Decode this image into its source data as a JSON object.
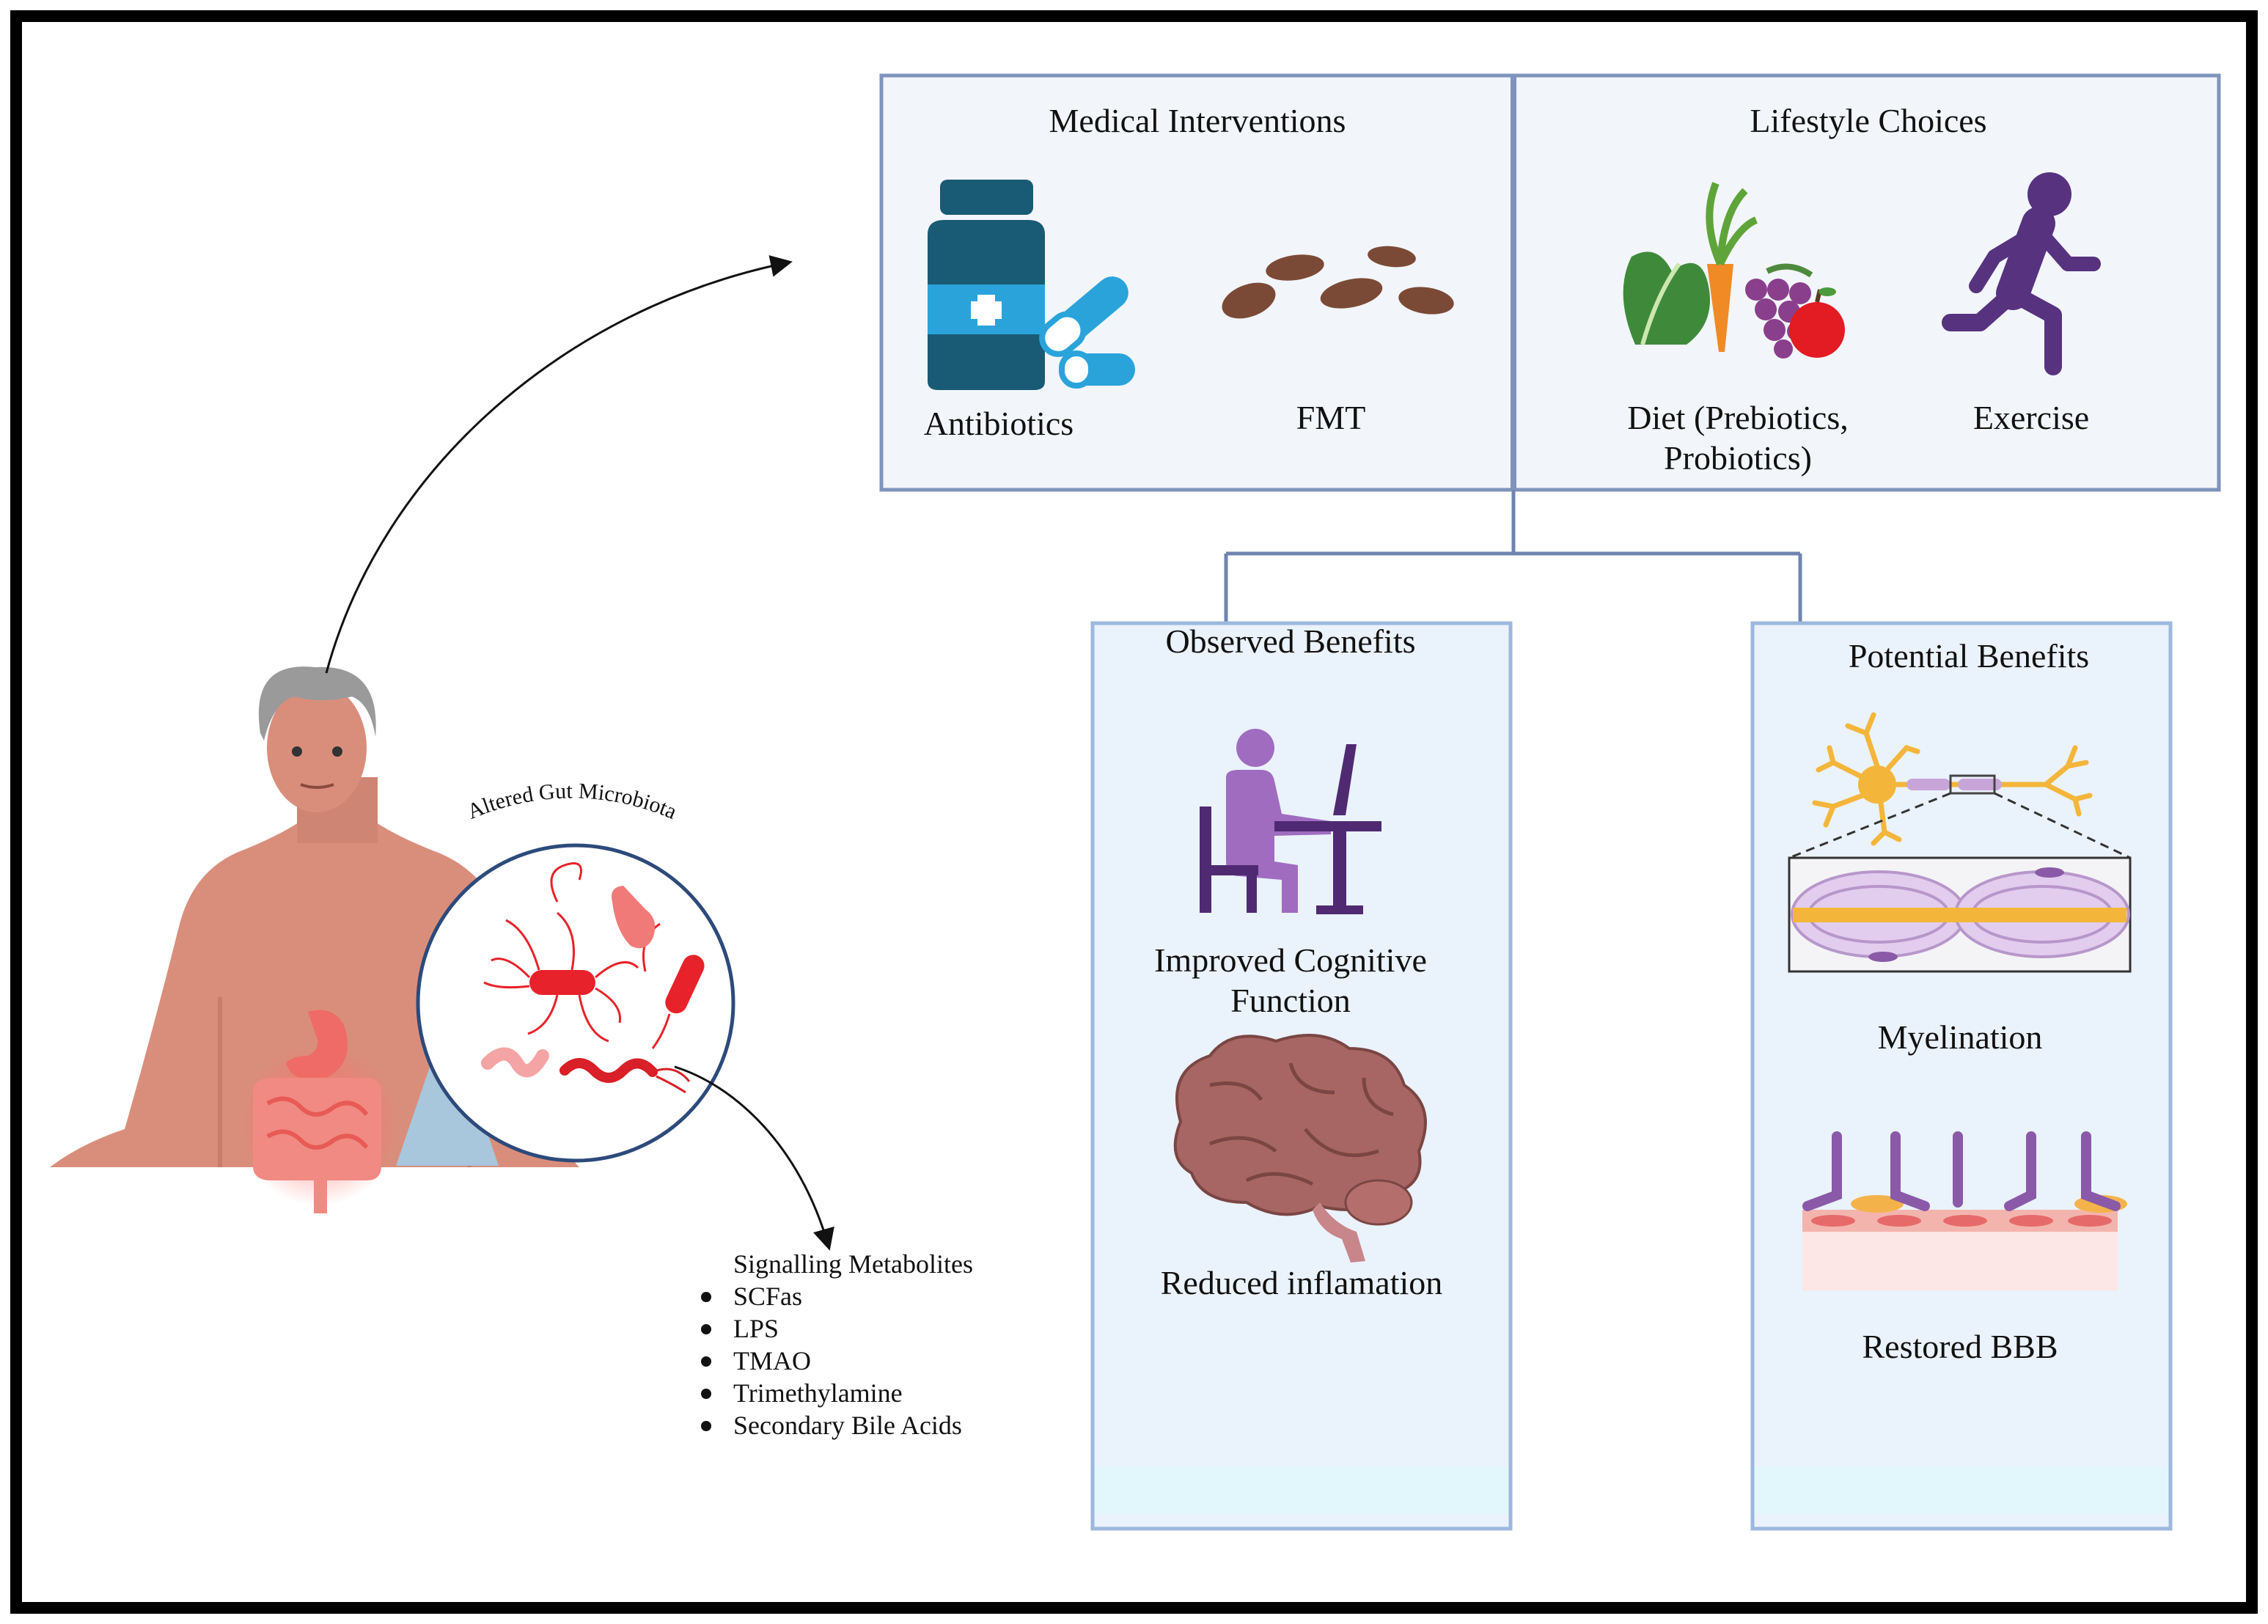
{
  "colors": {
    "frame": "#000000",
    "panel_fill": "#f2f5fa",
    "panel_stroke": "#7f93bd",
    "benefit_fill": "#eaf2fb",
    "benefit_stroke": "#9cb8dd",
    "connector": "#6f84b0",
    "bottle": "#195a74",
    "pill": "#2aa3db",
    "stool": "#7b4a36",
    "exercise": "#57327f",
    "person_cog": "#9f6cc0",
    "desk": "#4f2a72",
    "brain": "#a76664",
    "neuron": "#f3b63a",
    "myelin": "#c8a5d8",
    "bacteria": "#e8222a"
  },
  "interventions": {
    "medical_title": "Medical Interventions",
    "lifestyle_title": "Lifestyle Choices",
    "antibiotics": "Antibiotics",
    "fmt": "FMT",
    "diet_line1": "Diet (Prebiotics,",
    "diet_line2": "Probiotics)",
    "exercise": "Exercise"
  },
  "observed": {
    "title": "Observed Benefits",
    "cognitive_line1": "Improved Cognitive",
    "cognitive_line2": "Function",
    "inflammation": "Reduced inflamation"
  },
  "potential": {
    "title": "Potential Benefits",
    "myelination": "Myelination",
    "bbb": "Restored BBB"
  },
  "microbiota": {
    "label": "Altered Gut Microbiota"
  },
  "metabolites": {
    "title": "Signalling Metabolites",
    "items": [
      "SCFas",
      "LPS",
      "TMAO",
      "Trimethylamine",
      "Secondary Bile Acids"
    ]
  }
}
